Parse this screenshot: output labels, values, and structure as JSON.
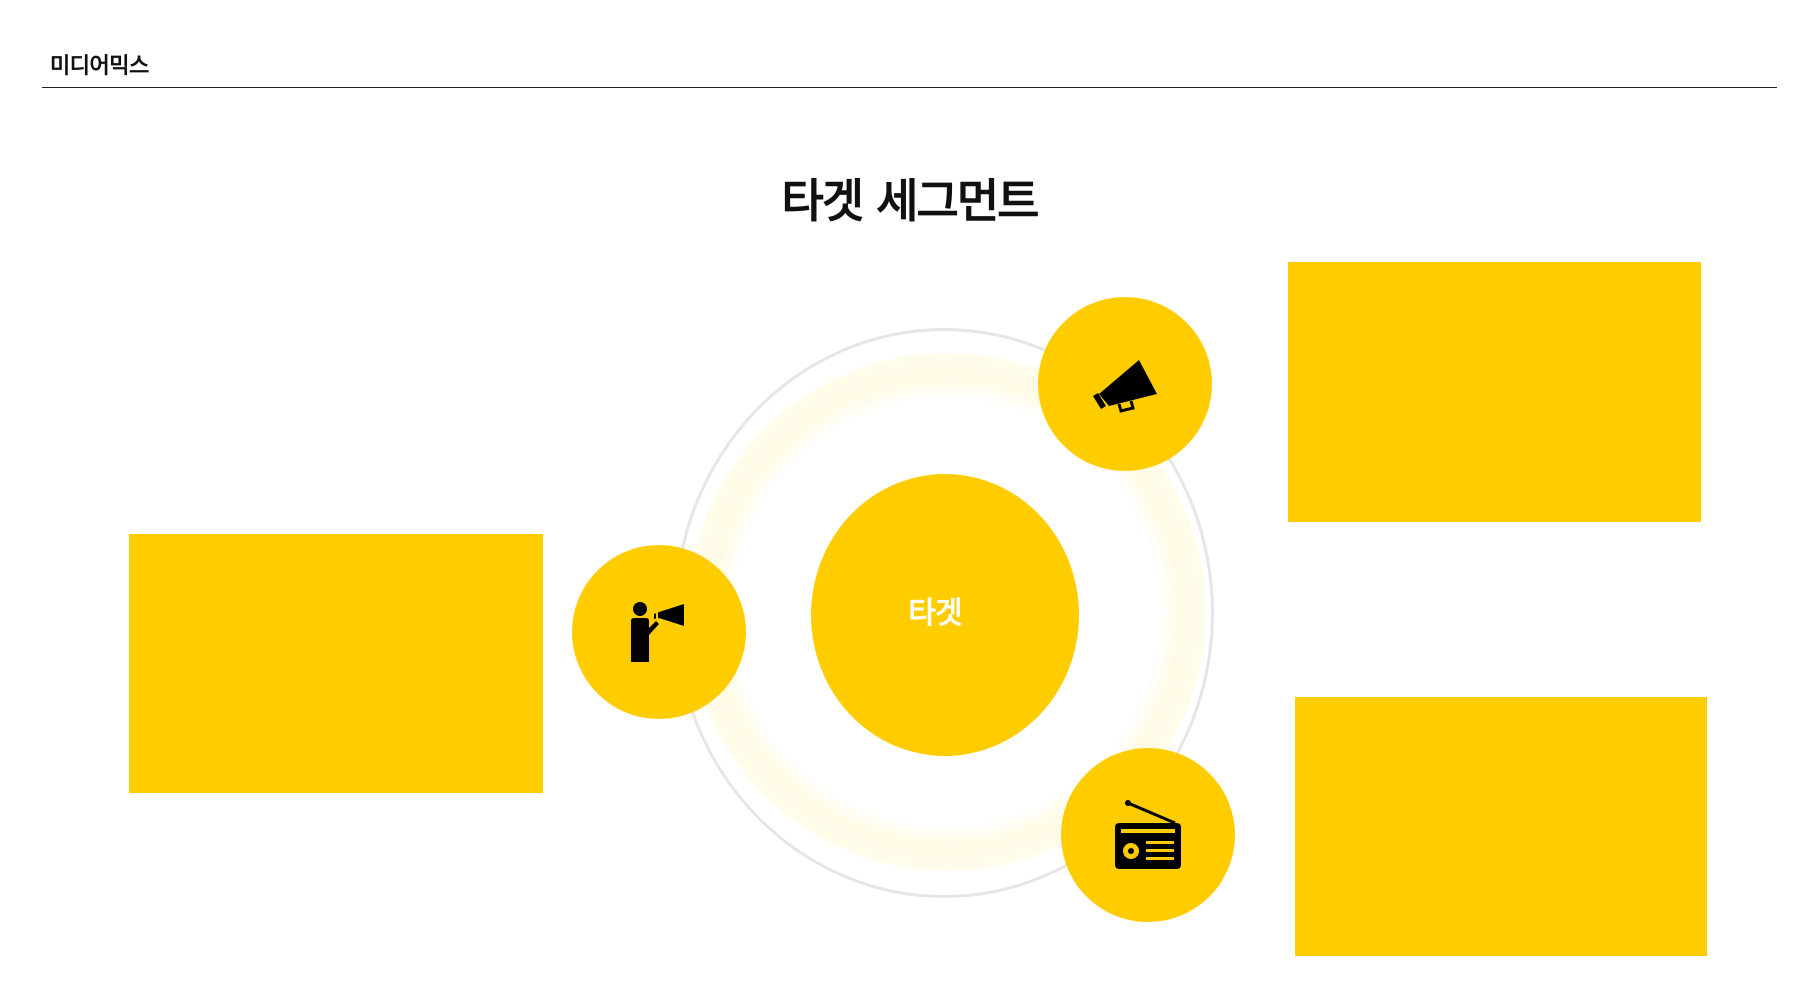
{
  "header": {
    "section_label": "미디어믹스"
  },
  "slide": {
    "title": "타겟 세그먼트"
  },
  "diagram": {
    "center": {
      "label": "타겟"
    },
    "nodes": [
      {
        "id": "left",
        "icon": "person-megaphone-icon"
      },
      {
        "id": "top",
        "icon": "megaphone-icon"
      },
      {
        "id": "bottom",
        "icon": "radio-icon"
      }
    ],
    "text_boxes": [
      {
        "id": "left",
        "text": ""
      },
      {
        "id": "top",
        "text": ""
      },
      {
        "id": "bottom",
        "text": ""
      }
    ]
  },
  "colors": {
    "accent": "#FFCC00",
    "ring": "#E6E6E6",
    "icon": "#000000",
    "center_text": "#FFFFFF",
    "rule": "#222222"
  }
}
